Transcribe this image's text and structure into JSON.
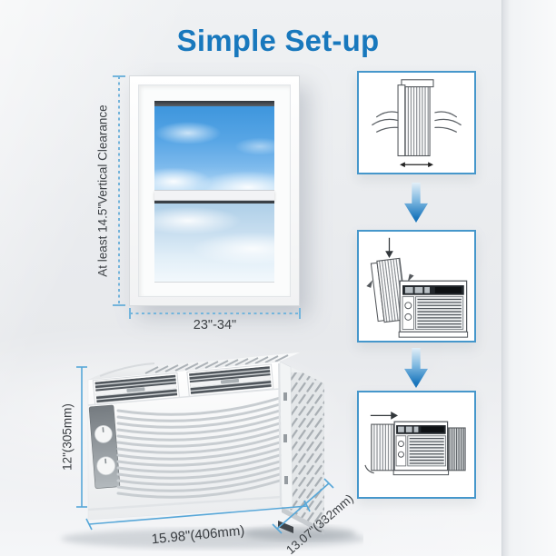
{
  "title": "Simple Set-up",
  "colors": {
    "title_blue": "#1878bd",
    "dimension_line_blue": "#74b5dc",
    "photo_dimension_blue": "#57a7d8",
    "step_box_border": "#4697cb",
    "arrow_blue": "#1b76bc"
  },
  "window_diagram": {
    "vertical_clearance_label": "At least 14.5\"Vertical Clearance",
    "width_range_label": "23\"-34\""
  },
  "steps": [
    {
      "icon": "stretch-accordion-side-panel-illustration"
    },
    {
      "icon": "attach-side-panel-to-unit-illustration"
    },
    {
      "icon": "unit-with-panels-extended-illustration"
    }
  ],
  "ac_unit": {
    "height_label": "12\"(305mm)",
    "width_label": "15.98\"(406mm)",
    "depth_label": "13.07\"(332mm)"
  }
}
